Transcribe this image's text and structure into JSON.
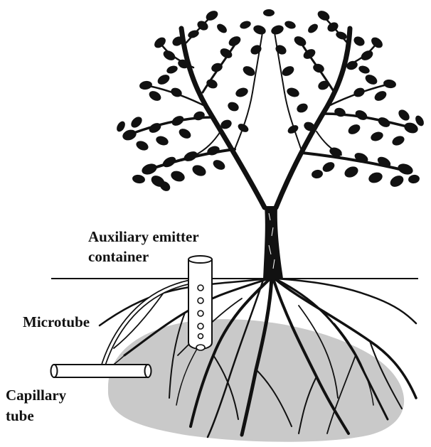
{
  "labels": {
    "emitter_line1": "Auxiliary emitter",
    "emitter_line2": "container",
    "microtube": "Microtube",
    "capillary_line1": "Capillary",
    "capillary_line2": "tube"
  },
  "colors": {
    "ink": "#111111",
    "wetted_zone": "#c9c9c9",
    "background": "#ffffff"
  }
}
